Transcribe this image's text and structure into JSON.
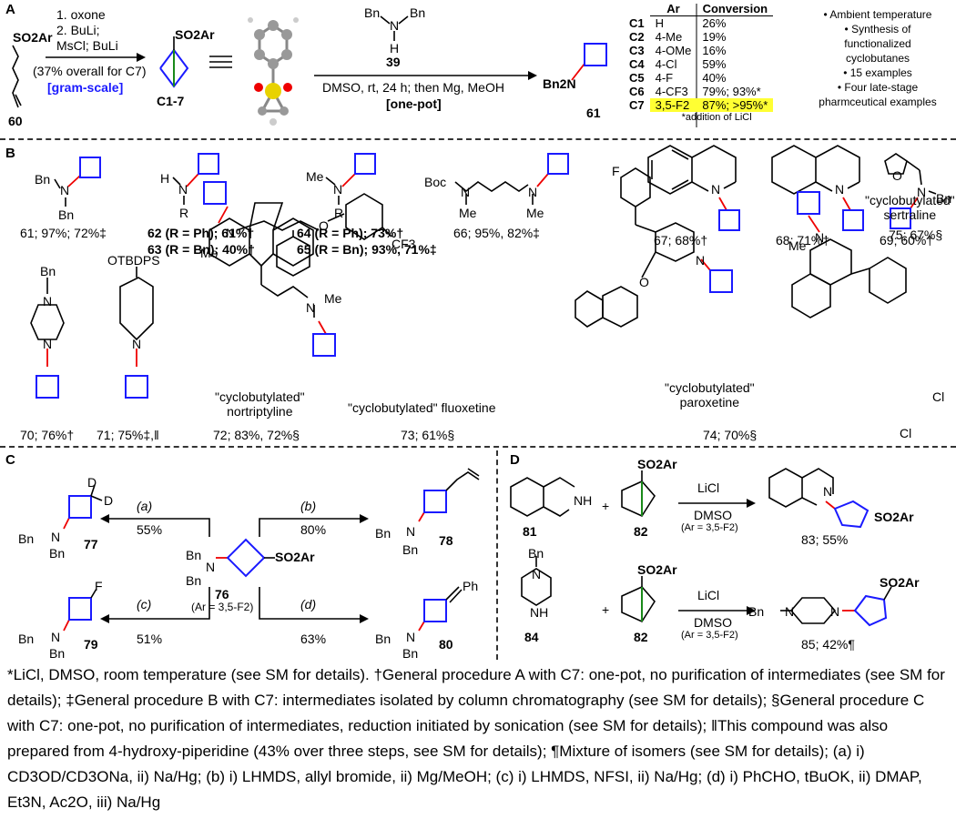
{
  "panels": {
    "a": "A",
    "b": "B",
    "c": "C",
    "d": "D"
  },
  "panelA": {
    "sm_label": "SO2Ar",
    "sm_number": "60",
    "step1": "1. oxone",
    "step2": "2. BuLi;",
    "step3": "MsCl; BuLi",
    "overall": "(37% overall for C7)",
    "scale": "[gram-scale]",
    "bcb_label": "SO2Ar",
    "bcb_number": "C1-7",
    "amine_name": "Bn",
    "amine_h": "H",
    "amine_number": "39",
    "conditions": "DMSO, rt, 24 h; then Mg, MeOH",
    "onepot": "[one-pot]",
    "product_label": "Bn2N",
    "product_number": "61",
    "table_headers": [
      "Ar",
      "Conversion"
    ],
    "table_rows": [
      {
        "id": "C1",
        "ar": "H",
        "conv": "26%"
      },
      {
        "id": "C2",
        "ar": "4-Me",
        "conv": "19%"
      },
      {
        "id": "C3",
        "ar": "4-OMe",
        "conv": "16%"
      },
      {
        "id": "C4",
        "ar": "4-Cl",
        "conv": "59%"
      },
      {
        "id": "C5",
        "ar": "4-F",
        "conv": "40%"
      },
      {
        "id": "C6",
        "ar": "4-CF3",
        "conv": "79%; 93%*"
      },
      {
        "id": "C7",
        "ar": "3,5-F2",
        "conv": "87%; >95%*"
      }
    ],
    "table_note": "*addition of LiCl",
    "bullets": [
      "• Ambient temperature",
      "• Synthesis of",
      "functionalized",
      "cyclobutanes",
      "• 15 examples",
      "• Four late-stage",
      "pharmceutical examples"
    ]
  },
  "panelB": {
    "compounds": [
      {
        "label": "61; 97%; 72%‡"
      },
      {
        "label": "62 (R = Ph); 61%†"
      },
      {
        "label": "63 (R = Bn); 40%†"
      },
      {
        "label": "64 (R = Ph); 73%†"
      },
      {
        "label": "65 (R = Bn); 93%, 71%‡"
      },
      {
        "label": "66; 95%, 82%‡"
      },
      {
        "label": "67; 68%†"
      },
      {
        "label": "68; 71%†"
      },
      {
        "label": "69; 60%†"
      },
      {
        "label": "70; 76%†"
      },
      {
        "label": "71; 75%‡,‖"
      },
      {
        "label": "72; 83%, 72%§"
      },
      {
        "label": "73; 61%§"
      },
      {
        "label": "74; 70%§"
      },
      {
        "label": "75; 67%§"
      }
    ],
    "names": {
      "nortriptyline": [
        "\"cyclobutylated\"",
        "nortriptyline"
      ],
      "fluoxetine": "\"cyclobutylated\" fluoxetine",
      "paroxetine": [
        "\"cyclobutylated\"",
        "paroxetine"
      ],
      "sertraline": [
        "\"cyclobutylated\"",
        "sertraline"
      ]
    },
    "atoms": {
      "bn": "Bn",
      "n": "N",
      "h": "H",
      "r": "R",
      "me": "Me",
      "boc": "Boc",
      "otbdps": "OTBDPS",
      "o": "O",
      "f": "F",
      "cl": "Cl",
      "cf3": "CF3"
    }
  },
  "panelC": {
    "center_number": "76",
    "center_ar": "(Ar = 3,5-F2)",
    "reactions": [
      {
        "letter": "(a)",
        "yield": "55%",
        "product": "77"
      },
      {
        "letter": "(b)",
        "yield": "80%",
        "product": "78"
      },
      {
        "letter": "(c)",
        "yield": "51%",
        "product": "79"
      },
      {
        "letter": "(d)",
        "yield": "63%",
        "product": "80"
      }
    ],
    "atoms": {
      "d": "D",
      "f": "F",
      "ph": "Ph"
    }
  },
  "panelD": {
    "rows": [
      {
        "amine": "81",
        "bcp": "82",
        "reagent": "LiCl",
        "solvent": "DMSO",
        "ar": "(Ar = 3,5-F2)",
        "product": "83; 55%"
      },
      {
        "amine": "84",
        "bcp": "82",
        "reagent": "LiCl",
        "solvent": "DMSO",
        "ar": "(Ar = 3,5-F2)",
        "product": "85; 42%¶"
      }
    ]
  },
  "footnote": "*LiCl, DMSO, room temperature (see SM for details). †General procedure A with C7: one-pot, no purification of intermediates (see SM for details); ‡General procedure B with C7: intermediates isolated by column chromatography (see SM for details); §General procedure C with C7: one-pot, no purification of intermediates, reduction initiated by sonication (see SM for details); ‖This compound was also prepared from 4-hydroxy-piperidine (43% over three steps, see SM for details); ¶Mixture of isomers (see SM for details); (a) i) CD3OD/CD3ONa, ii) Na/Hg; (b) i) LHMDS, allyl bromide, ii) Mg/MeOH; (c) i) LHMDS, NFSI, ii) Na/Hg; (d) i) PhCHO, tBuOK, ii) DMAP, Et3N, Ac2O, iii) Na/Hg",
  "colors": {
    "cyclobutane": "#1a1aff",
    "new_bond": "#e00000",
    "bridge": "#1a8a1a",
    "highlight": "#ffff33"
  }
}
